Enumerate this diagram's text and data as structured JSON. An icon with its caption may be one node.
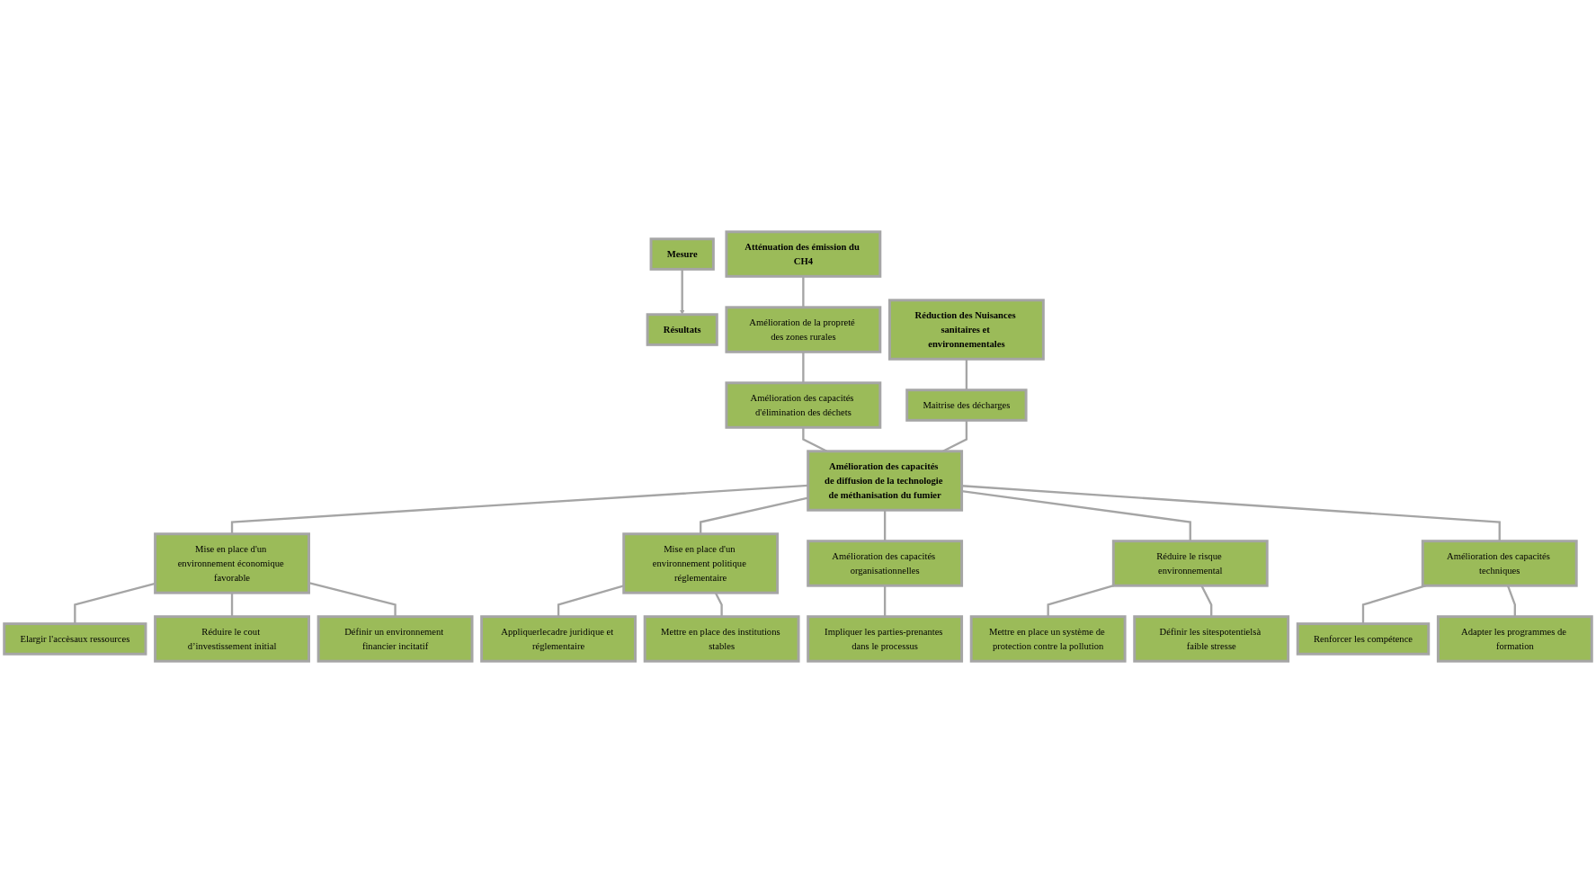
{
  "diagram": {
    "nodes": [
      {
        "text": [
          "Résultats"
        ]
      },
      {
        "text": [
          "Atténuation des émission du CH4"
        ]
      },
      {
        "text": [
          "Réduction des Nuisances sanitaires et environnementales"
        ]
      },
      {
        "text": [
          "Amélioration de la propreté des zones rurales"
        ]
      },
      {
        "text": [
          "Maitrise des décharges"
        ]
      },
      {
        "text": [
          "Amélioration des capacités d'élimination des déchets"
        ]
      },
      {
        "text": [
          "Amélioration des capacités de diffusion de la technologie de méthanisation du fumier"
        ]
      },
      {
        "text": [
          "Mise en place d'un environnement économique favorable"
        ]
      },
      {
        "text": [
          "Mise en place d'un environnement politique réglementaire"
        ]
      },
      {
        "text": [
          "Amélioration des capacités organisationnelles"
        ]
      },
      {
        "text": [
          "Réduire le risque environnemental"
        ]
      },
      {
        "text": [
          "Amélioration des capacités techniques"
        ]
      },
      {
        "text": [
          "Elargir l'accèsaux ressources"
        ]
      },
      {
        "text": [
          "Définir un environnement financier incitatif"
        ]
      },
      {
        "text": [
          "Appliquerlecadre juridique et réglementaire"
        ]
      },
      {
        "text": [
          "Impliquer les parties-prenantes dans le processus"
        ]
      },
      {
        "text": [
          "Mettre en place un système de protection contre la pollution"
        ]
      },
      {
        "text": [
          "Renforcer les compétence"
        ]
      },
      {
        "text": [
          "Adapter les programmes de formation"
        ]
      },
      {
        "text": [
          "Réduire le cout d’investissement initial"
        ]
      },
      {
        "text": [
          "Mettre en place des institutions stables"
        ]
      },
      {
        "text": [
          "Définir les sitespotentielsà faible stresse"
        ]
      },
      {
        "text": [
          "Mesure"
        ]
      }
    ],
    "edges": [
      {
        "from": 1,
        "to": 3,
        "arrow": "none"
      },
      {
        "from": 3,
        "to": 5,
        "arrow": "none"
      },
      {
        "from": 5,
        "to": 6,
        "arrow": "none"
      },
      {
        "from": 2,
        "to": 4,
        "arrow": "none"
      },
      {
        "from": 4,
        "to": 6,
        "arrow": "none"
      },
      {
        "from": 6,
        "to": 7,
        "arrow": "none"
      },
      {
        "from": 6,
        "to": 8,
        "arrow": "none"
      },
      {
        "from": 6,
        "to": 9,
        "arrow": "none"
      },
      {
        "from": 6,
        "to": 10,
        "arrow": "none"
      },
      {
        "from": 6,
        "to": 11,
        "arrow": "none"
      },
      {
        "from": 7,
        "to": 12,
        "arrow": "none"
      },
      {
        "from": 7,
        "to": 19,
        "arrow": "none"
      },
      {
        "from": 7,
        "to": 13,
        "arrow": "none"
      },
      {
        "from": 8,
        "to": 14,
        "arrow": "none"
      },
      {
        "from": 8,
        "to": 20,
        "arrow": "none"
      },
      {
        "from": 9,
        "to": 15,
        "arrow": "none"
      },
      {
        "from": 10,
        "to": 16,
        "arrow": "none"
      },
      {
        "from": 10,
        "to": 21,
        "arrow": "none"
      },
      {
        "from": 11,
        "to": 17,
        "arrow": "none"
      },
      {
        "from": 11,
        "to": 18,
        "arrow": "none"
      },
      {
        "from": 22,
        "to": 0,
        "arrow": "to"
      }
    ]
  }
}
